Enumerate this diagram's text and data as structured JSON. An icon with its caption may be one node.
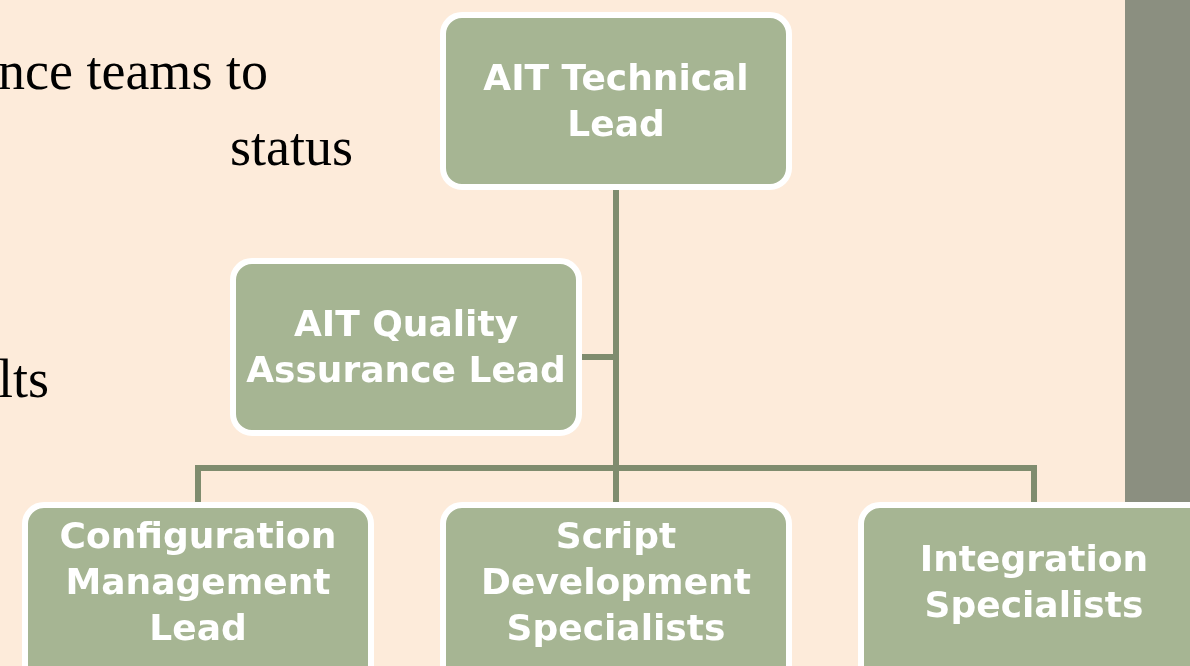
{
  "diagram": {
    "nodes": [
      {
        "text": [
          "AIT Technical Lead"
        ]
      },
      {
        "text": [
          "AIT Quality Assurance Lead"
        ]
      },
      {
        "text": [
          "Configuration Management Lead"
        ]
      },
      {
        "text": [
          "Script Development Specialists"
        ]
      },
      {
        "text": [
          "Integration Specialists"
        ]
      }
    ],
    "edges": [
      {
        "from": 0,
        "to": 1,
        "arrow": "none"
      },
      {
        "from": 0,
        "to": 2,
        "arrow": "none"
      },
      {
        "from": 0,
        "to": 3,
        "arrow": "none"
      },
      {
        "from": 0,
        "to": 4,
        "arrow": "none"
      }
    ],
    "labels": [
      "nce teams to",
      "status",
      "lts"
    ]
  }
}
